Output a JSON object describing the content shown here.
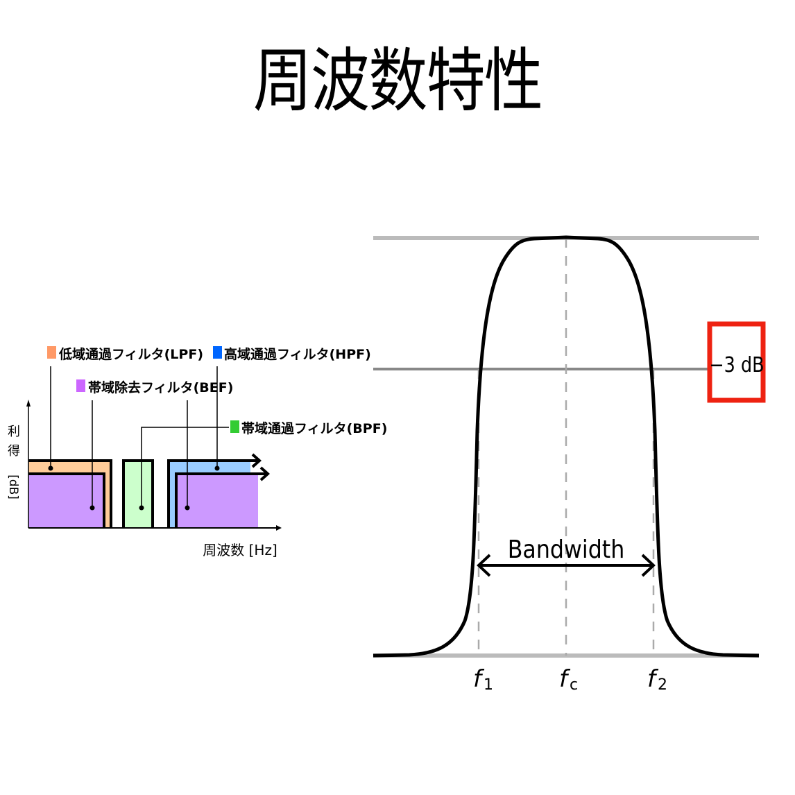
{
  "title": "周波数特性",
  "left_diagram": {
    "y_axis_label_chars": [
      "利",
      "得",
      "[dB]"
    ],
    "x_axis_label": "周波数 [Hz]",
    "legend": [
      {
        "key": "lpf",
        "label": "低域通過フィルタ(LPF)",
        "color": "#ff9966"
      },
      {
        "key": "bef",
        "label": "帯域除去フィルタ(BEF)",
        "color": "#cc66ff"
      },
      {
        "key": "hpf",
        "label": "高域通過フィルタ(HPF)",
        "color": "#0066ff"
      },
      {
        "key": "bpf",
        "label": "帯域通過フィルタ(BPF)",
        "color": "#33cc33"
      }
    ],
    "fill_colors": {
      "lpf": "#ffcc99",
      "bef": "#cc99ff",
      "hpf": "#99ccff",
      "bpf": "#ccffcc"
    }
  },
  "right_diagram": {
    "db_label": "−3 dB",
    "db_label_box_color": "#ee2211",
    "bandwidth_label": "Bandwidth",
    "freq_labels": {
      "f1": "f",
      "f1_sub": "1",
      "fc": "f",
      "fc_sub": "c",
      "f2": "f",
      "f2_sub": "2"
    }
  }
}
